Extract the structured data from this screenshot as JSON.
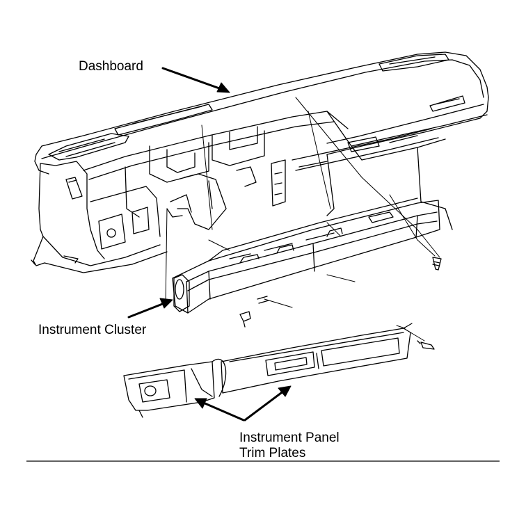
{
  "labels": {
    "dashboard": "Dashboard",
    "instrument_cluster": "Instrument Cluster",
    "trim_plates_line1": "Instrument Panel",
    "trim_plates_line2": "Trim Plates"
  },
  "colors": {
    "ink": "#000000",
    "paper": "#ffffff"
  }
}
